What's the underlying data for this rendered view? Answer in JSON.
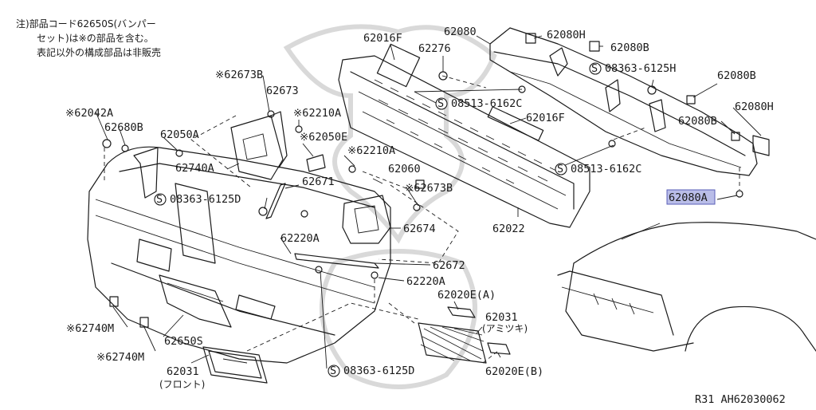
{
  "notes": {
    "line1": "注)部品コード62650S(バンパー",
    "line2": "セット)は※の部品を含む。",
    "line3": "表記以外の構成部品は非販売"
  },
  "labels": {
    "l62016F_a": "62016F",
    "l62080": "62080",
    "l62080H_a": "62080H",
    "l62276": "62276",
    "l62080B_a": "62080B",
    "l08363_6125H": "08363-6125H",
    "l62080B_b": "62080B",
    "l08513_a": "08513-6162C",
    "l62016F_b": "62016F",
    "l62080H_b": "62080H",
    "l62080B_c": "62080B",
    "l08513_b": "08513-6162C",
    "l62080A": "62080A",
    "l62673B_a": "※62673B",
    "l62673": "62673",
    "l62210A_a": "※62210A",
    "l62042A": "※62042A",
    "l62680B": "62680B",
    "l62050A": "62050A",
    "l62050E": "※62050E",
    "l62740A": "62740A",
    "l62210A_b": "※62210A",
    "l62060": "62060",
    "l62671": "62671",
    "l62673B_b": "※62673B",
    "l08363_6125D_a": "08363-6125D",
    "l62674": "62674",
    "l62022": "62022",
    "l62220A_a": "62220A",
    "l62672": "62672",
    "l62220A_b": "62220A",
    "l62020EA": "62020E(A)",
    "l62031_a": "62031",
    "l62031_a_sub": "(アミツキ)",
    "l62740M_a": "※62740M",
    "l62650S": "62650S",
    "l62740M_b": "※62740M",
    "l62031_b": "62031",
    "l62031_b_sub": "(フロント)",
    "l08363_6125D_b": "08363-6125D",
    "l62020EB": "62020E(B)"
  },
  "footer": {
    "ref": "R31  AH62030062"
  },
  "symbols": {
    "screw_mark": "S"
  },
  "colors": {
    "highlight": "#b9bde8",
    "ink": "#1a1a1a"
  }
}
